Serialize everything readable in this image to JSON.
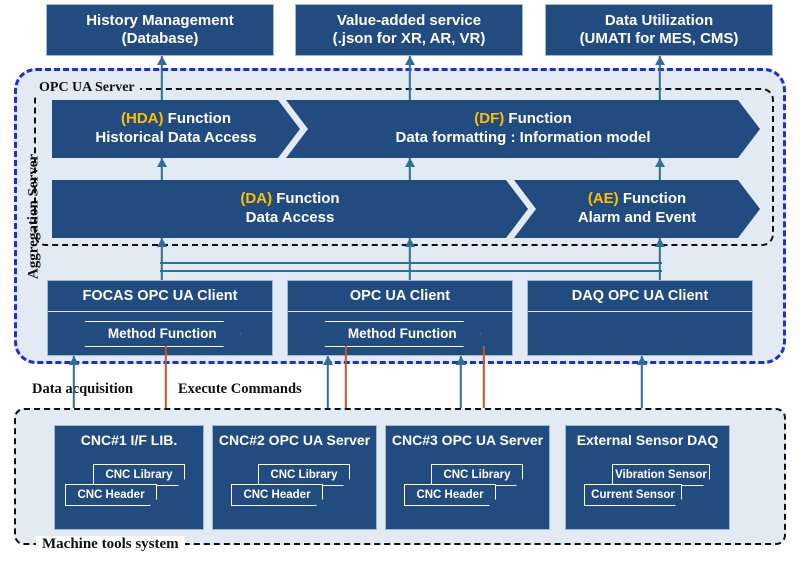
{
  "colors": {
    "box_fill": "#224B7F",
    "accent_yellow": "#FFC000",
    "panel_bg": "#E2EAF4",
    "agg_border": "#1F2FD0",
    "dashed_border": "#111111",
    "arrow_teal": "#2E6F93",
    "arrow_orange": "#C0562A"
  },
  "consumers": [
    {
      "line1": "History Management",
      "line2": "(Database)"
    },
    {
      "line1": "Value-added service",
      "line2": "(.json for XR, AR, VR)"
    },
    {
      "line1": "Data Utilization",
      "line2": "(UMATI for MES, CMS)"
    }
  ],
  "aggregation": {
    "label": "Aggregation Server"
  },
  "opc_server": {
    "label": "OPC UA Server"
  },
  "functions_row1": [
    {
      "code": "(HDA)",
      "suffix": " Function",
      "line2": "Historical Data Access"
    },
    {
      "code": "(DF)",
      "suffix": " Function",
      "line2": "Data formatting : Information model"
    }
  ],
  "functions_row2": [
    {
      "code": "(DA)",
      "suffix": " Function",
      "line2": "Data Access"
    },
    {
      "code": "(AE)",
      "suffix": " Function",
      "line2": "Alarm and Event"
    }
  ],
  "clients": [
    {
      "title": "FOCAS OPC UA Client",
      "method": "Method Function",
      "has_method": true
    },
    {
      "title": "OPC UA Client",
      "method": "Method Function",
      "has_method": true
    },
    {
      "title": "DAQ OPC UA Client",
      "method": "",
      "has_method": false
    }
  ],
  "flow_labels": {
    "data_acquisition": "Data acquisition",
    "execute_commands": "Execute Commands"
  },
  "machine_tools": {
    "label": "Machine tools system",
    "nodes": [
      {
        "title": "CNC#1 I/F LIB.",
        "tag_top": "CNC  Library",
        "tag_bottom": "CNC  Header"
      },
      {
        "title": "CNC#2 OPC UA Server",
        "tag_top": "CNC  Library",
        "tag_bottom": "CNC Header"
      },
      {
        "title": "CNC#3 OPC UA Server",
        "tag_top": "CNC  Library",
        "tag_bottom": "CNC Header"
      },
      {
        "title": "External Sensor DAQ",
        "tag_top": "Vibration Sensor",
        "tag_bottom": "Current Sensor"
      }
    ]
  }
}
